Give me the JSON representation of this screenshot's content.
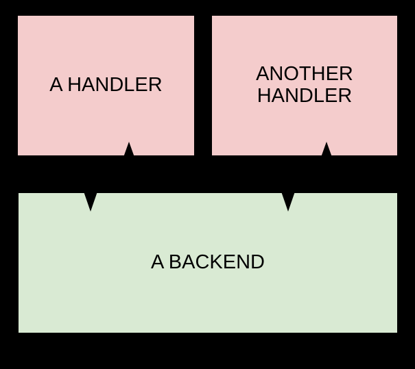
{
  "diagram": {
    "type": "flowchart",
    "background_color": "#000000",
    "text_color": "#000000",
    "arrow_color": "#000000",
    "nodes": [
      {
        "id": "a-handler",
        "label": "A HANDLER",
        "fill": "#f4cccc"
      },
      {
        "id": "another-handler",
        "label": "ANOTHER HANDLER",
        "fill": "#f4cccc"
      },
      {
        "id": "a-backend",
        "label": "A BACKEND",
        "fill": "#d9ead3"
      }
    ],
    "edges": [
      {
        "from": "a-handler",
        "to": "a-backend",
        "arrowhead": "down"
      },
      {
        "from": "a-backend",
        "to": "a-handler",
        "arrowhead": "up"
      },
      {
        "from": "another-handler",
        "to": "a-backend",
        "arrowhead": "down"
      },
      {
        "from": "a-backend",
        "to": "another-handler",
        "arrowhead": "up"
      }
    ]
  }
}
